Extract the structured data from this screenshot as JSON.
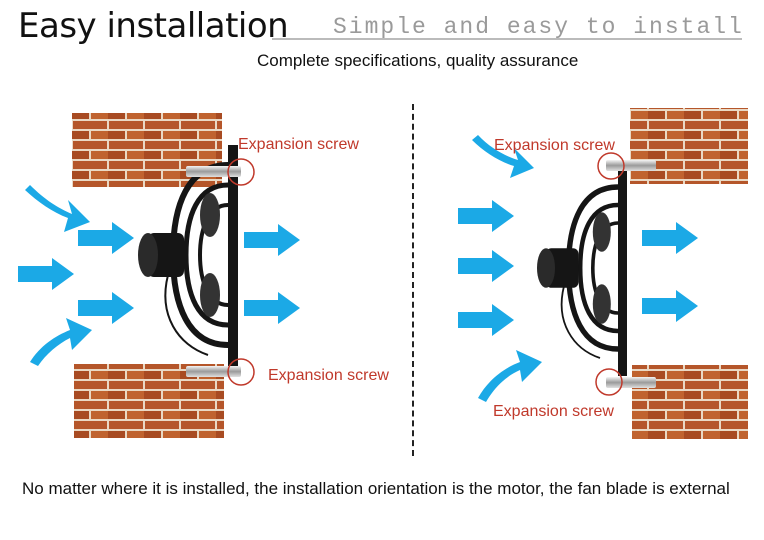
{
  "header": {
    "title": "Easy installation",
    "subtitle": "Simple and easy to install",
    "tagline": "Complete specifications, quality assurance"
  },
  "left_diagram": {
    "top_label": "Expansion screw",
    "bottom_label": "Expansion screw"
  },
  "right_diagram": {
    "top_label": "Expansion screw",
    "bottom_label": "Expansion screw"
  },
  "footer": {
    "text": "No matter where it is installed, the installation orientation is the motor, the fan blade is external"
  },
  "colors": {
    "arrow": "#1ba9e6",
    "brick": "#b5562a",
    "mortar": "#ead9c4",
    "label": "#c0392b",
    "fan": "#151515"
  }
}
